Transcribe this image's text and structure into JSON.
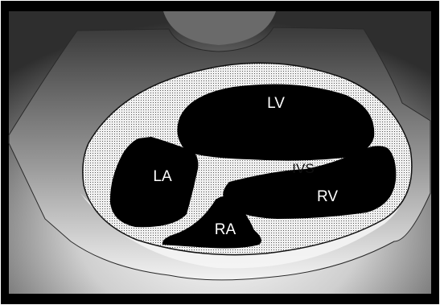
{
  "labels": {
    "lv": "LV",
    "la": "LA",
    "ivs": "IVS",
    "rv": "RV",
    "ra": "RA"
  },
  "colors": {
    "frame": "#000000",
    "background_light": "#f4f4f4",
    "background_dark": "#3a3a3a",
    "chamber": "#000000",
    "myocardium": "#e8e8e8",
    "label_text": "#ffffff"
  }
}
